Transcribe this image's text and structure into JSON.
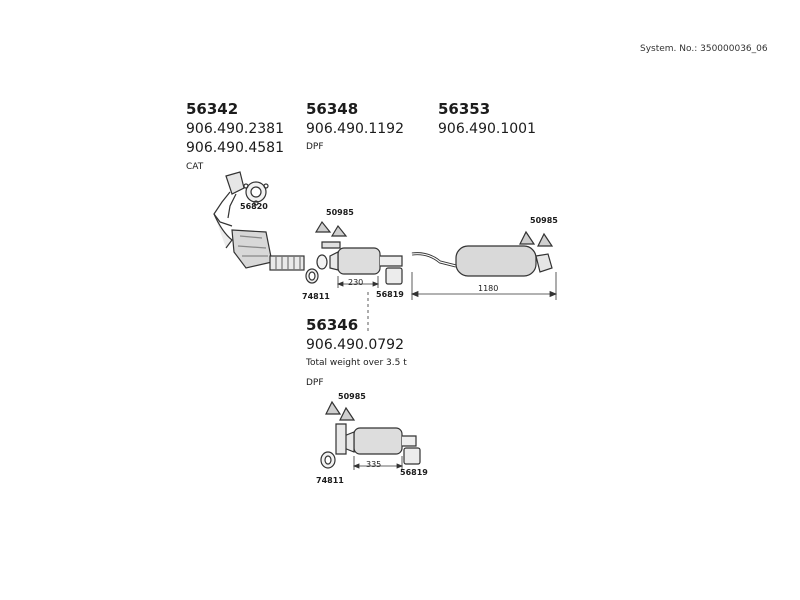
{
  "system_no": "System. No.: 350000036_06",
  "parts": [
    {
      "part_no": "56342",
      "oem": [
        "906.490.2381",
        "906.490.4581"
      ],
      "note": "CAT"
    },
    {
      "part_no": "56348",
      "oem": [
        "906.490.1192"
      ],
      "note": "DPF"
    },
    {
      "part_no": "56353",
      "oem": [
        "906.490.1001"
      ]
    },
    {
      "part_no": "56346",
      "oem": [
        "906.490.0792"
      ],
      "note": "Total weight over 3.5 t",
      "note2": "DPF"
    }
  ],
  "refs": {
    "gasket_front": "56820",
    "clamp_set_1": "50985",
    "clamp_set_2": "50985",
    "clamp_set_3": "50985",
    "clamp_a": "74811",
    "clamp_b": "74811",
    "sleeve_a": "56819",
    "sleeve_b": "56819"
  },
  "dimensions": {
    "dpf_length": "230",
    "muffler_length": "1180",
    "dpf2_length": "335"
  }
}
